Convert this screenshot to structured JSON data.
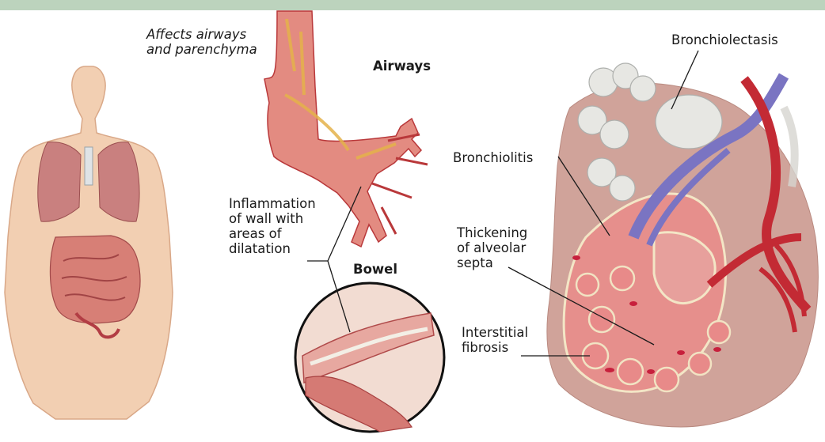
{
  "labels": {
    "affects": "Affects airways\nand parenchyma",
    "airways": "Airways",
    "bowel": "Bowel",
    "inflammation": "Inflammation\nof wall with\nareas of\ndilatation",
    "bronchiolectasis": "Bronchiolectasis",
    "bronchiolitis": "Bronchiolitis",
    "thickening": "Thickening\nof alveolar\nsepta",
    "interstitial": "Interstitial\nfibrosis"
  },
  "colors": {
    "header_band": "#bcd3bd",
    "tissue": "#e0837a",
    "tissue_dark": "#b9383a",
    "skin": "#f2cfb2",
    "vein": "#7a74c2",
    "artery": "#c32a34",
    "cyst": "#e7e7e3"
  }
}
